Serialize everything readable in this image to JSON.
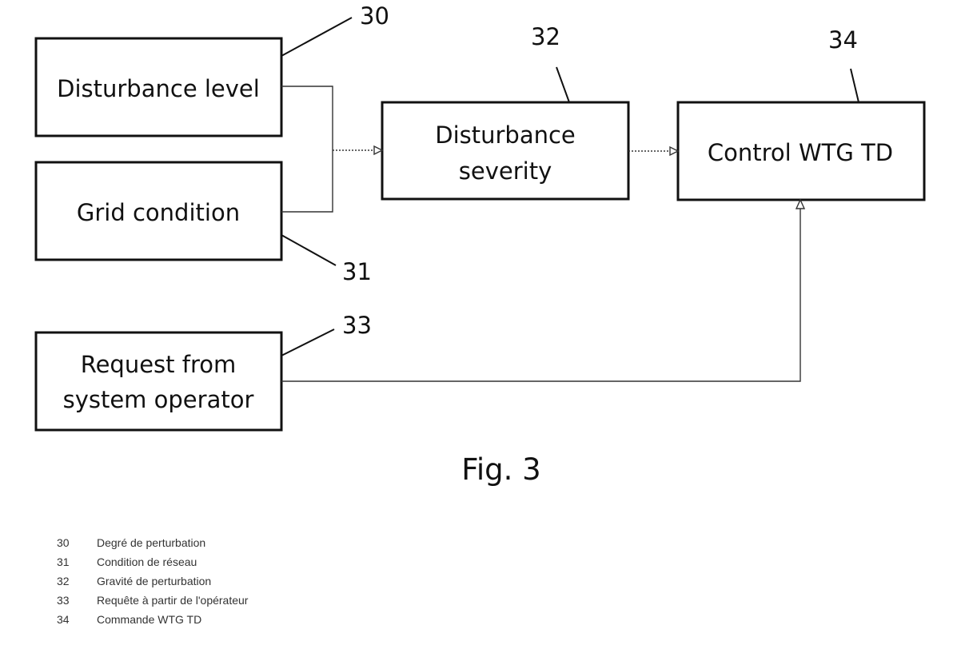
{
  "figure": {
    "caption": "Fig. 3"
  },
  "blocks": {
    "disturbance_level": {
      "ref": "30",
      "lines": [
        "Disturbance level"
      ]
    },
    "grid_condition": {
      "ref": "31",
      "lines": [
        "Grid condition"
      ]
    },
    "disturbance_severity": {
      "ref": "32",
      "lines": [
        "Disturbance",
        "severity"
      ]
    },
    "request_operator": {
      "ref": "33",
      "lines": [
        "Request from",
        "system operator"
      ]
    },
    "control_wtg": {
      "ref": "34",
      "lines": [
        "Control WTG TD"
      ]
    }
  },
  "legend": [
    {
      "num": "30",
      "text": "Degré de perturbation"
    },
    {
      "num": "31",
      "text": "Condition de réseau"
    },
    {
      "num": "32",
      "text": "Gravité de perturbation"
    },
    {
      "num": "33",
      "text": "Requête à partir de l'opérateur"
    },
    {
      "num": "34",
      "text": "Commande WTG TD"
    }
  ]
}
